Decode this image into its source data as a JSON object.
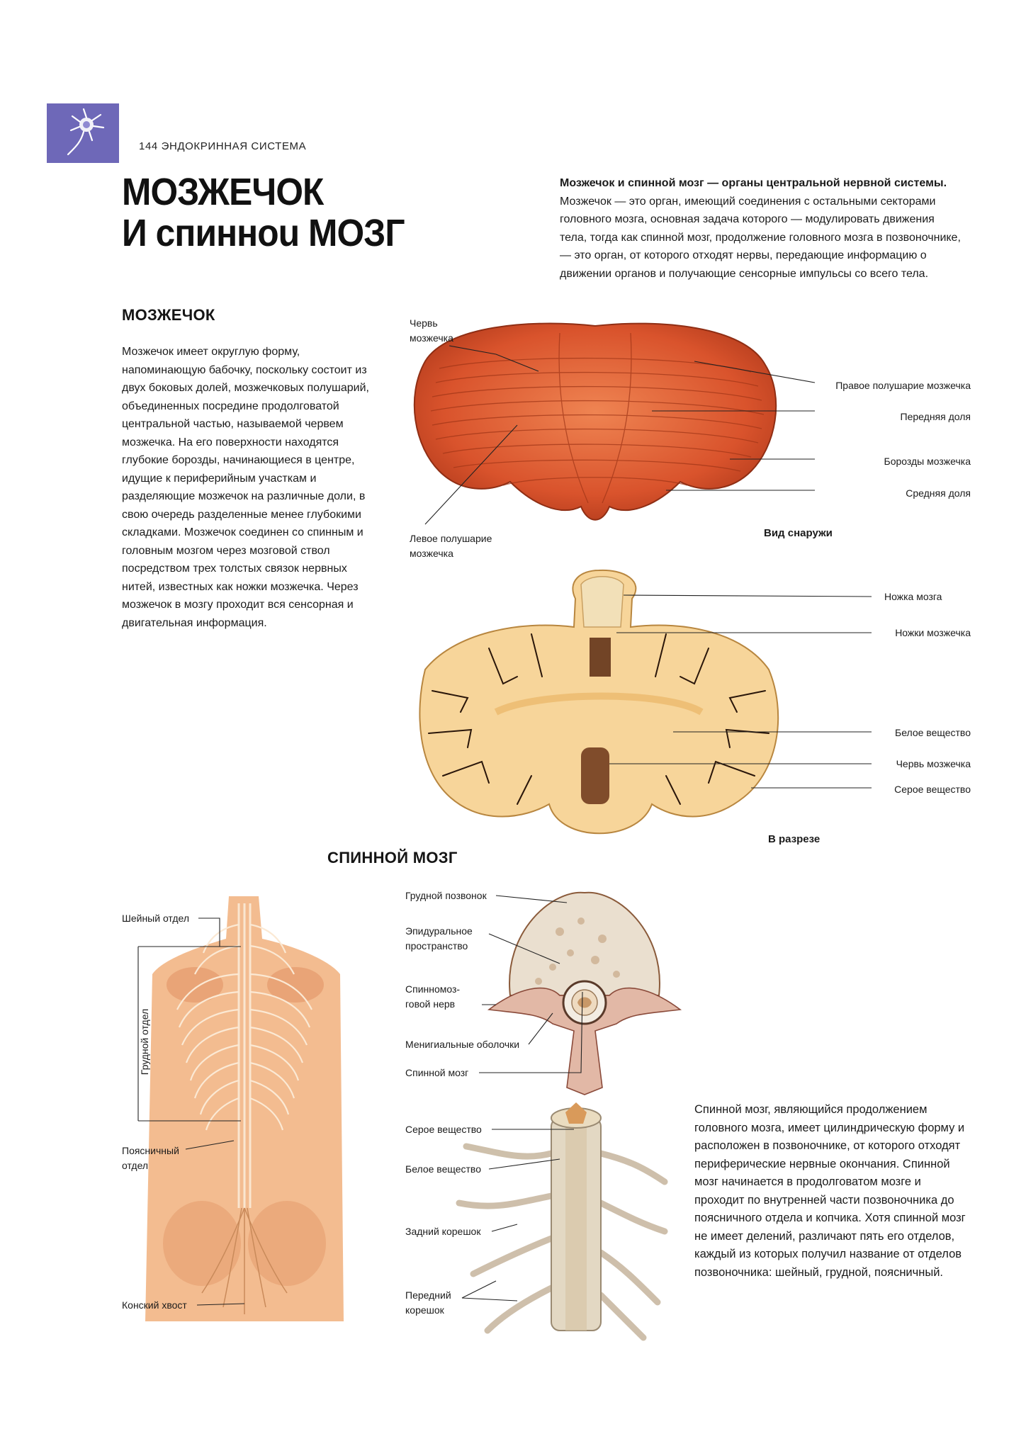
{
  "header": {
    "page_label": "144 ЭНДОКРИННАЯ СИСТЕМА"
  },
  "title": {
    "line1": "МОЗЖЕЧОК",
    "line2": "И спинноu МОЗГ"
  },
  "intro": {
    "bold": "Мозжечок и спинной мозг — органы центральной нервной системы.",
    "text": " Мозжечок — это орган, имеющий соединения с остальными секторами головного мозга, основная задача которого — модулировать движения тела, тогда как спинной мозг, продолжение головного мозга в позвоночнике, — это орган, от которого отходят нервы, передающие информацию о движении органов и получающие сенсорные импульсы со всего тела."
  },
  "cerebellum": {
    "heading": "МОЗЖЕЧОК",
    "text": "Мозжечок имеет округлую форму, напоминающую бабочку, поскольку состоит из двух боковых долей, мозжечковых полушарий, объединенных посредине продолговатой центральной частью, называемой червем мозжечка. На его поверхности находятся глубокие борозды, начинающиеся в центре, идущие к периферийным участкам и разделяющие мозжечок на различные доли, в свою очередь разделенные менее глубокими складками. Мозжечок соединен со спинным и головным мозгом через мозговой ствол посредством трех толстых связок нервных нитей, известных как ножки мозжечка. Через мозжечок в мозгу проходит вся сенсорная и двигательная информация.",
    "exterior": {
      "caption": "Вид снаружи",
      "labels": {
        "vermis_l1": "Червь",
        "vermis_l2": "мозжечка",
        "right_hemisphere": "Правое полушарие мозжечка",
        "anterior_lobe": "Передняя доля",
        "fissures": "Борозды мозжечка",
        "middle_lobe": "Средняя доля",
        "left_hemisphere_l1": "Левое полушарие",
        "left_hemisphere_l2": "мозжечка"
      }
    },
    "section": {
      "caption": "В разрезе",
      "labels": {
        "cerebral_peduncle": "Ножка мозга",
        "cerebellar_peduncles": "Ножки мозжечка",
        "white_matter": "Белое вещество",
        "vermis": "Червь мозжечка",
        "gray_matter": "Серое вещество"
      }
    }
  },
  "spinal": {
    "heading": "СПИННОЙ МОЗГ",
    "text": "Спинной мозг, являющийся продолжением головного мозга, имеет цилиндрическую форму и расположен в позвоночнике, от которого отходят периферические нервные окончания. Спинной мозг начинается в продолговатом мозге и проходит по внутренней части позвоночника до поясничного отдела и копчика. Хотя спинной мозг не имеет делений, различают пять его отделов, каждый из которых получил название от отделов позвоночника: шейный, грудной, поясничный.",
    "back_labels": {
      "cervical": "Шейный отдел",
      "thoracic": "Грудной отдел",
      "lumbar_l1": "Поясничный",
      "lumbar_l2": "отдел",
      "cauda": "Конский хвост"
    },
    "vertebra_labels": {
      "thoracic_vertebra": "Грудной позвонок",
      "epidural_l1": "Эпидуральное",
      "epidural_l2": "пространство",
      "spinal_nerve_l1": "Спинномоз-",
      "spinal_nerve_l2": "говой нерв",
      "meninges": "Менигиальные оболочки",
      "spinal_cord": "Спинной мозг"
    },
    "segment_labels": {
      "gray": "Серое вещество",
      "white": "Белое вещество",
      "posterior_root": "Задний корешок",
      "anterior_root_l1": "Передний",
      "anterior_root_l2": "корешок"
    }
  },
  "colors": {
    "logo_bg": "#6e68b8",
    "cerebellum_red": "#d9532c",
    "section_cream": "#f7d59a",
    "skin": "#f2b88a"
  }
}
